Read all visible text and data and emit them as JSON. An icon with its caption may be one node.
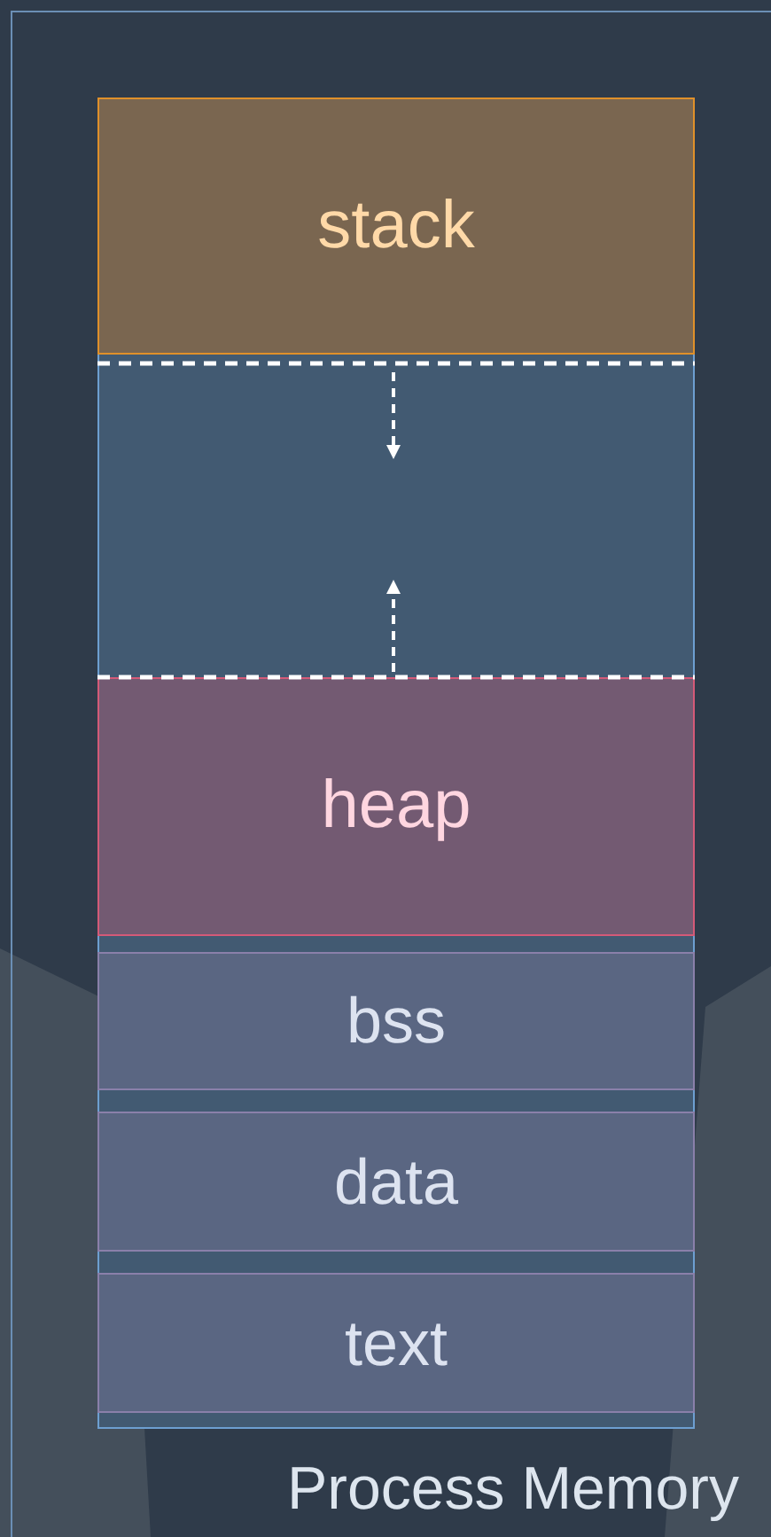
{
  "diagram": {
    "nodes": [
      {
        "text": [
          "Process Memory"
        ]
      },
      {
        "text": [],
        "shape": "box",
        "in": 0
      },
      {
        "text": [
          "stack"
        ],
        "in": 1
      },
      {
        "text": [
          "heap"
        ],
        "in": 1
      },
      {
        "text": [
          "bss"
        ],
        "in": 1
      },
      {
        "text": [
          "data"
        ],
        "in": 1
      },
      {
        "text": [
          "text"
        ],
        "in": 1
      }
    ]
  }
}
